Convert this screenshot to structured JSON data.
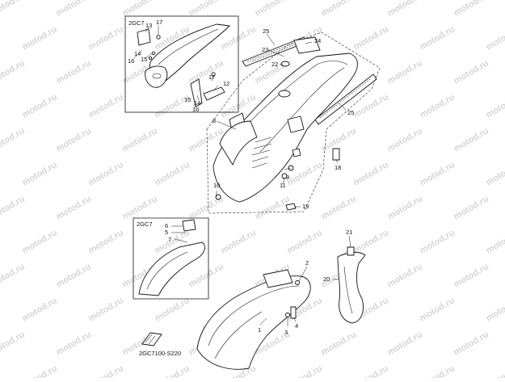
{
  "watermark": "motod.ru",
  "diagram_code": "2GC7100-S220",
  "inset_tags": {
    "top": "2GC7",
    "bottom": "2GC7"
  },
  "callouts": {
    "c1": "1",
    "c2": "2",
    "c3": "3",
    "c4": "4",
    "c5": "5",
    "c6": "6",
    "c7": "7",
    "c8": "8",
    "c9": "9",
    "c10": "10",
    "c11": "11",
    "c12": "12",
    "c13": "13",
    "c14a": "14",
    "c14b": "14",
    "c15a": "15",
    "c15b": "15",
    "c16a": "16",
    "c16b": "16",
    "c17a": "17",
    "c17b": "17",
    "c18": "18",
    "c19": "19",
    "c20": "20",
    "c21": "21",
    "c22": "22",
    "c23": "23",
    "c24": "24",
    "c25a": "25",
    "c25b": "25"
  },
  "icons": {
    "direction": "front-arrow-icon"
  }
}
